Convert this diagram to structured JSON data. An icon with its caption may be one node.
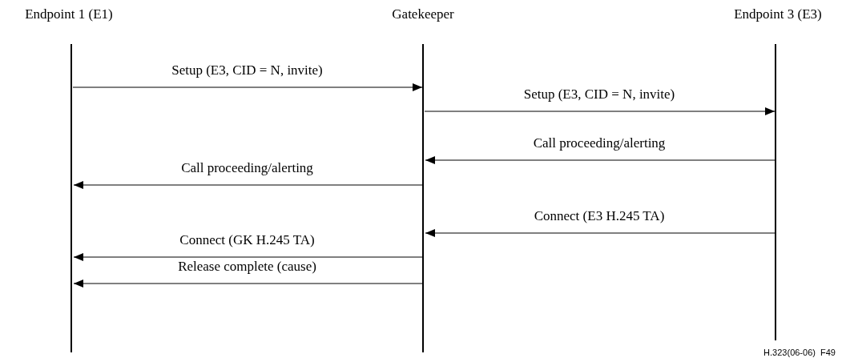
{
  "diagram": {
    "nodes": [
      {
        "text": [],
        "shape": "bar",
        "beside": [
          "Endpoint 1 (E1)"
        ]
      },
      {
        "text": [],
        "shape": "bar",
        "beside": [
          "Gatekeeper"
        ]
      },
      {
        "text": [],
        "shape": "bar",
        "beside": [
          "Endpoint 3 (E3)"
        ]
      }
    ],
    "edges": [
      {
        "from": 0,
        "to": 1,
        "arrow": "to",
        "label": "Setup (E3, CID = N, invite)"
      },
      {
        "from": 1,
        "to": 2,
        "arrow": "to",
        "label": "Setup (E3, CID = N, invite)"
      },
      {
        "from": 2,
        "to": 1,
        "arrow": "to",
        "label": "Call proceeding/alerting"
      },
      {
        "from": 1,
        "to": 0,
        "arrow": "to",
        "label": "Call proceeding/alerting"
      },
      {
        "from": 2,
        "to": 1,
        "arrow": "to",
        "label": "Connect (E3 H.245 TA)"
      },
      {
        "from": 1,
        "to": 0,
        "arrow": "to",
        "label": "Connect (GK H.245 TA)"
      },
      {
        "from": 1,
        "to": 0,
        "arrow": "to",
        "label": "Release complete (cause)"
      }
    ],
    "labels": [
      "H.323(06-06)  F49"
    ]
  }
}
